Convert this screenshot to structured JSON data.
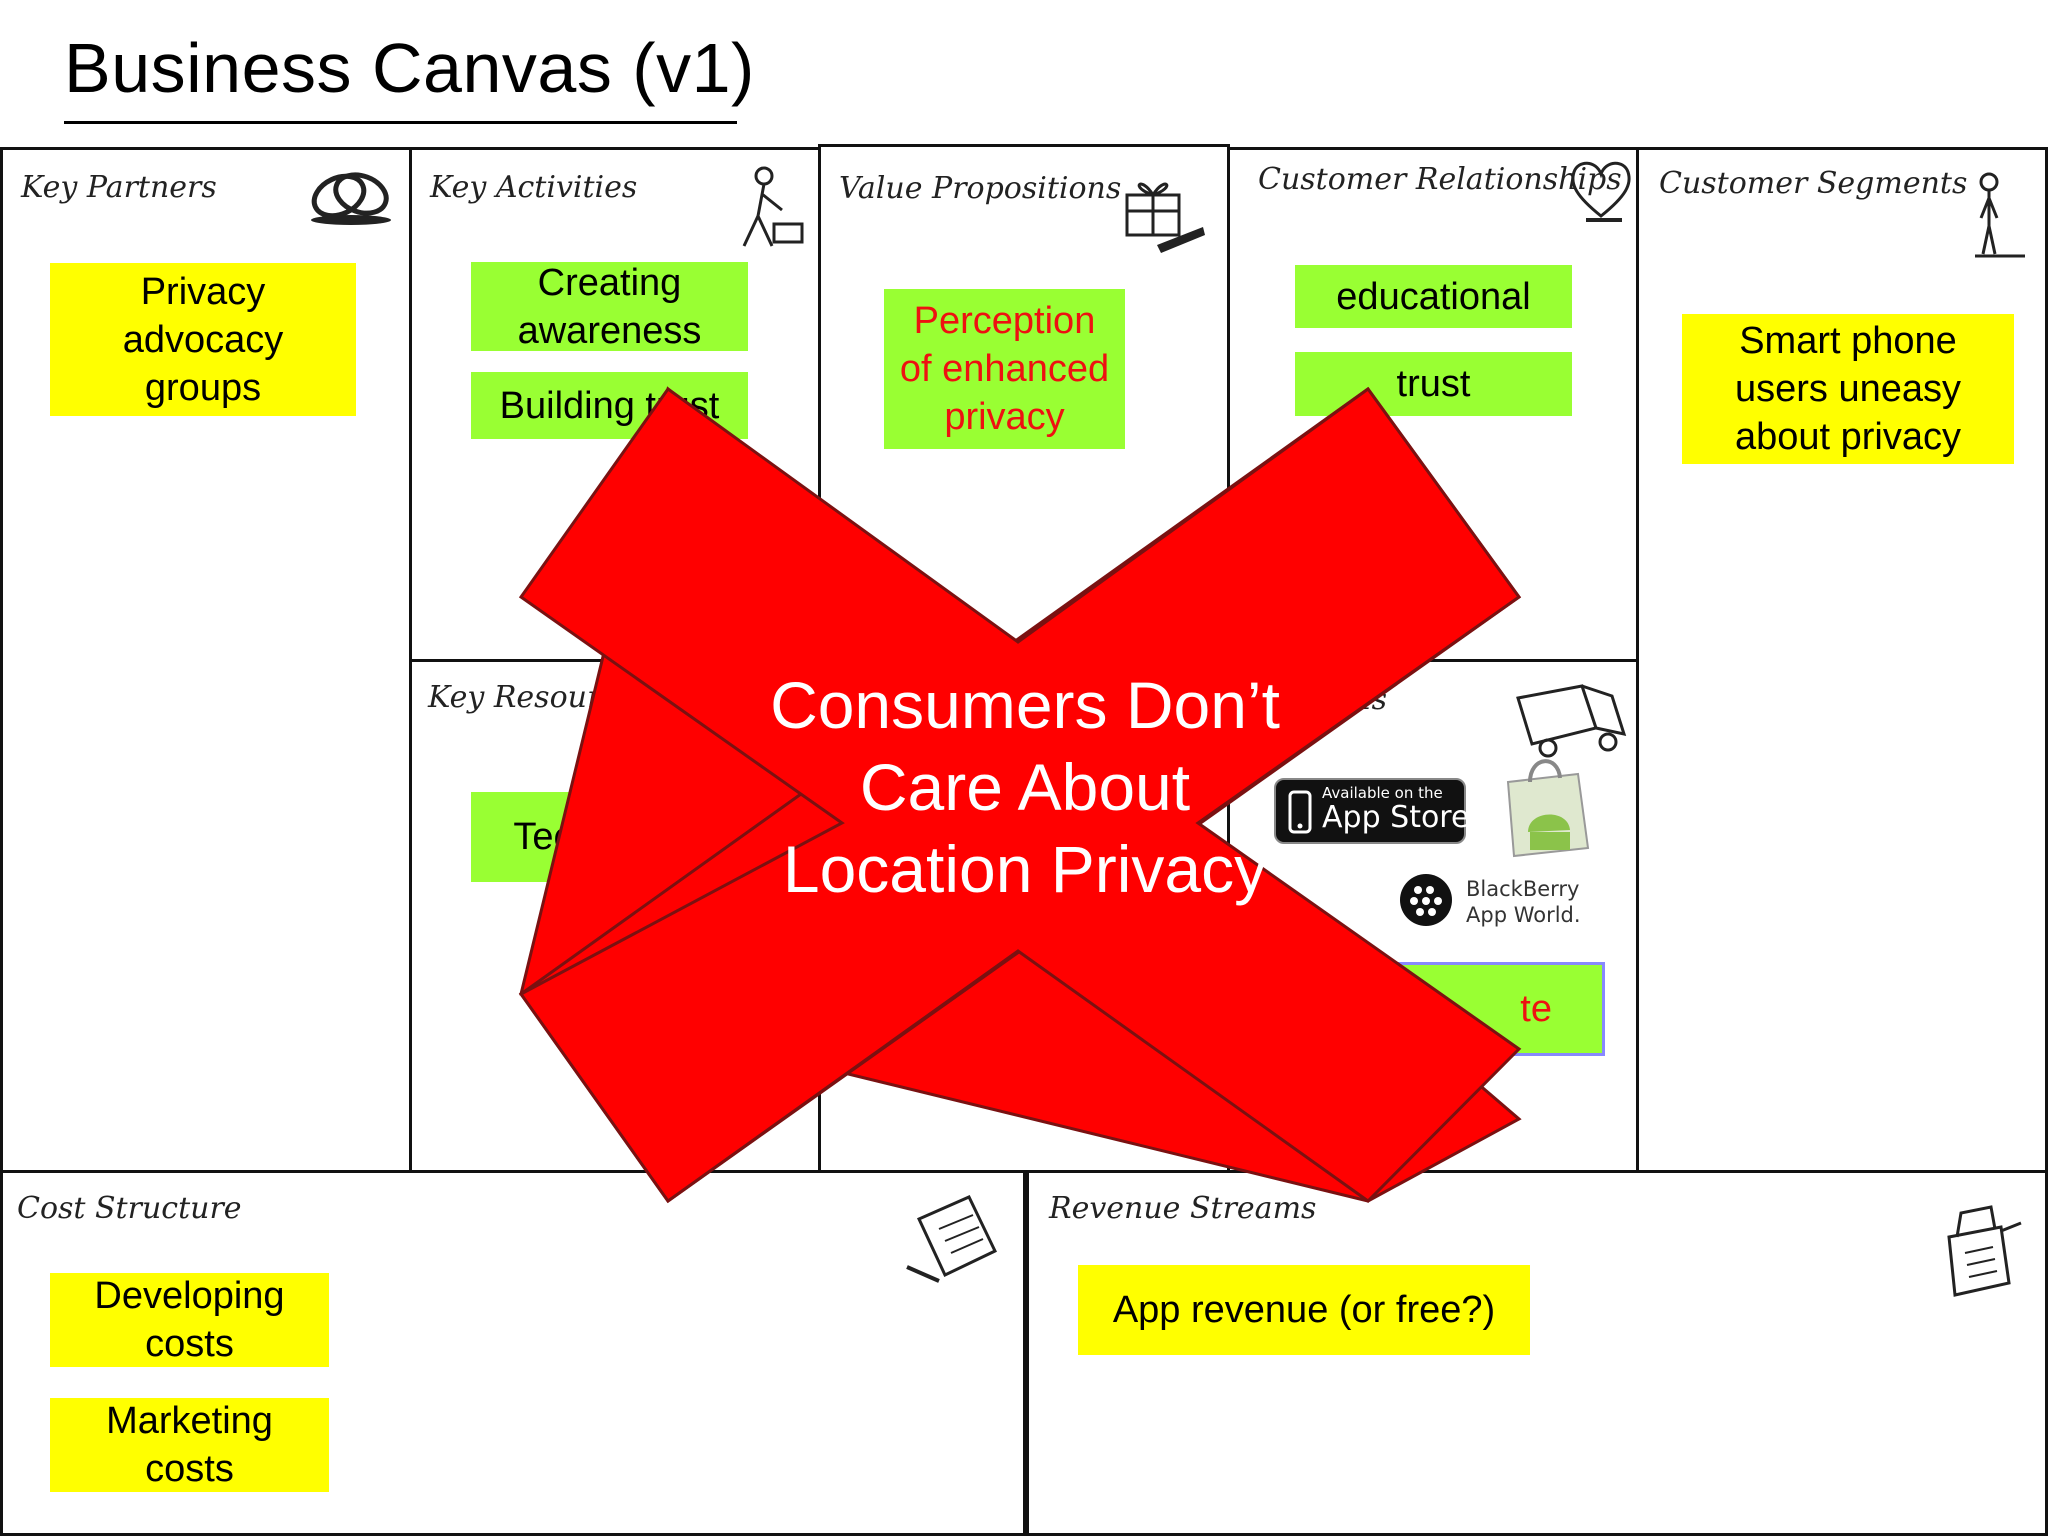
{
  "title": "Business Canvas (v1)",
  "cells": {
    "key_partners": "Key Partners",
    "key_activities": "Key Activities",
    "value_propositions": "Value Propositions",
    "customer_relationships": "Customer Relationships",
    "customer_segments": "Customer Segments",
    "key_resources": "Key Resources",
    "channels_fragment": "ls",
    "cost_structure": "Cost Structure",
    "revenue_streams": "Revenue Streams"
  },
  "notes": {
    "privacy_advocacy": "Privacy advocacy groups",
    "creating_awareness": "Creating awareness",
    "building_trust": "Building trust",
    "perception": "Perception of enhanced privacy",
    "educational": "educational",
    "trust": "trust",
    "smart_phone_users": "Smart phone users uneasy about privacy",
    "technology": "Technology",
    "website_fragment": "te",
    "developing_costs": "Developing costs",
    "marketing_costs": "Marketing costs",
    "app_revenue": "App revenue (or free?)"
  },
  "channels": {
    "app_store_small": "Available on the",
    "app_store_big": "App Store",
    "blackberry_line1": "BlackBerry",
    "blackberry_line2": "App World."
  },
  "overlay": {
    "line1": "Consumers Don’t",
    "line2": "Care About",
    "line3": "Location Privacy"
  },
  "colors": {
    "sticky_yellow": "#ffff00",
    "sticky_green": "#99ff33",
    "x_red": "#ff0000",
    "value_text_red": "#ee1111"
  },
  "icons": {
    "key_partners": "chain-links-icon",
    "key_activities": "worker-icon",
    "value_propositions": "gift-icon",
    "customer_relationships": "heart-icon",
    "customer_segments": "person-icon",
    "key_resources": "resources-icon",
    "channels": "truck-icon",
    "android_market": "android-bag-icon",
    "cost_structure": "price-tag-icon",
    "revenue_streams": "cash-register-icon"
  }
}
